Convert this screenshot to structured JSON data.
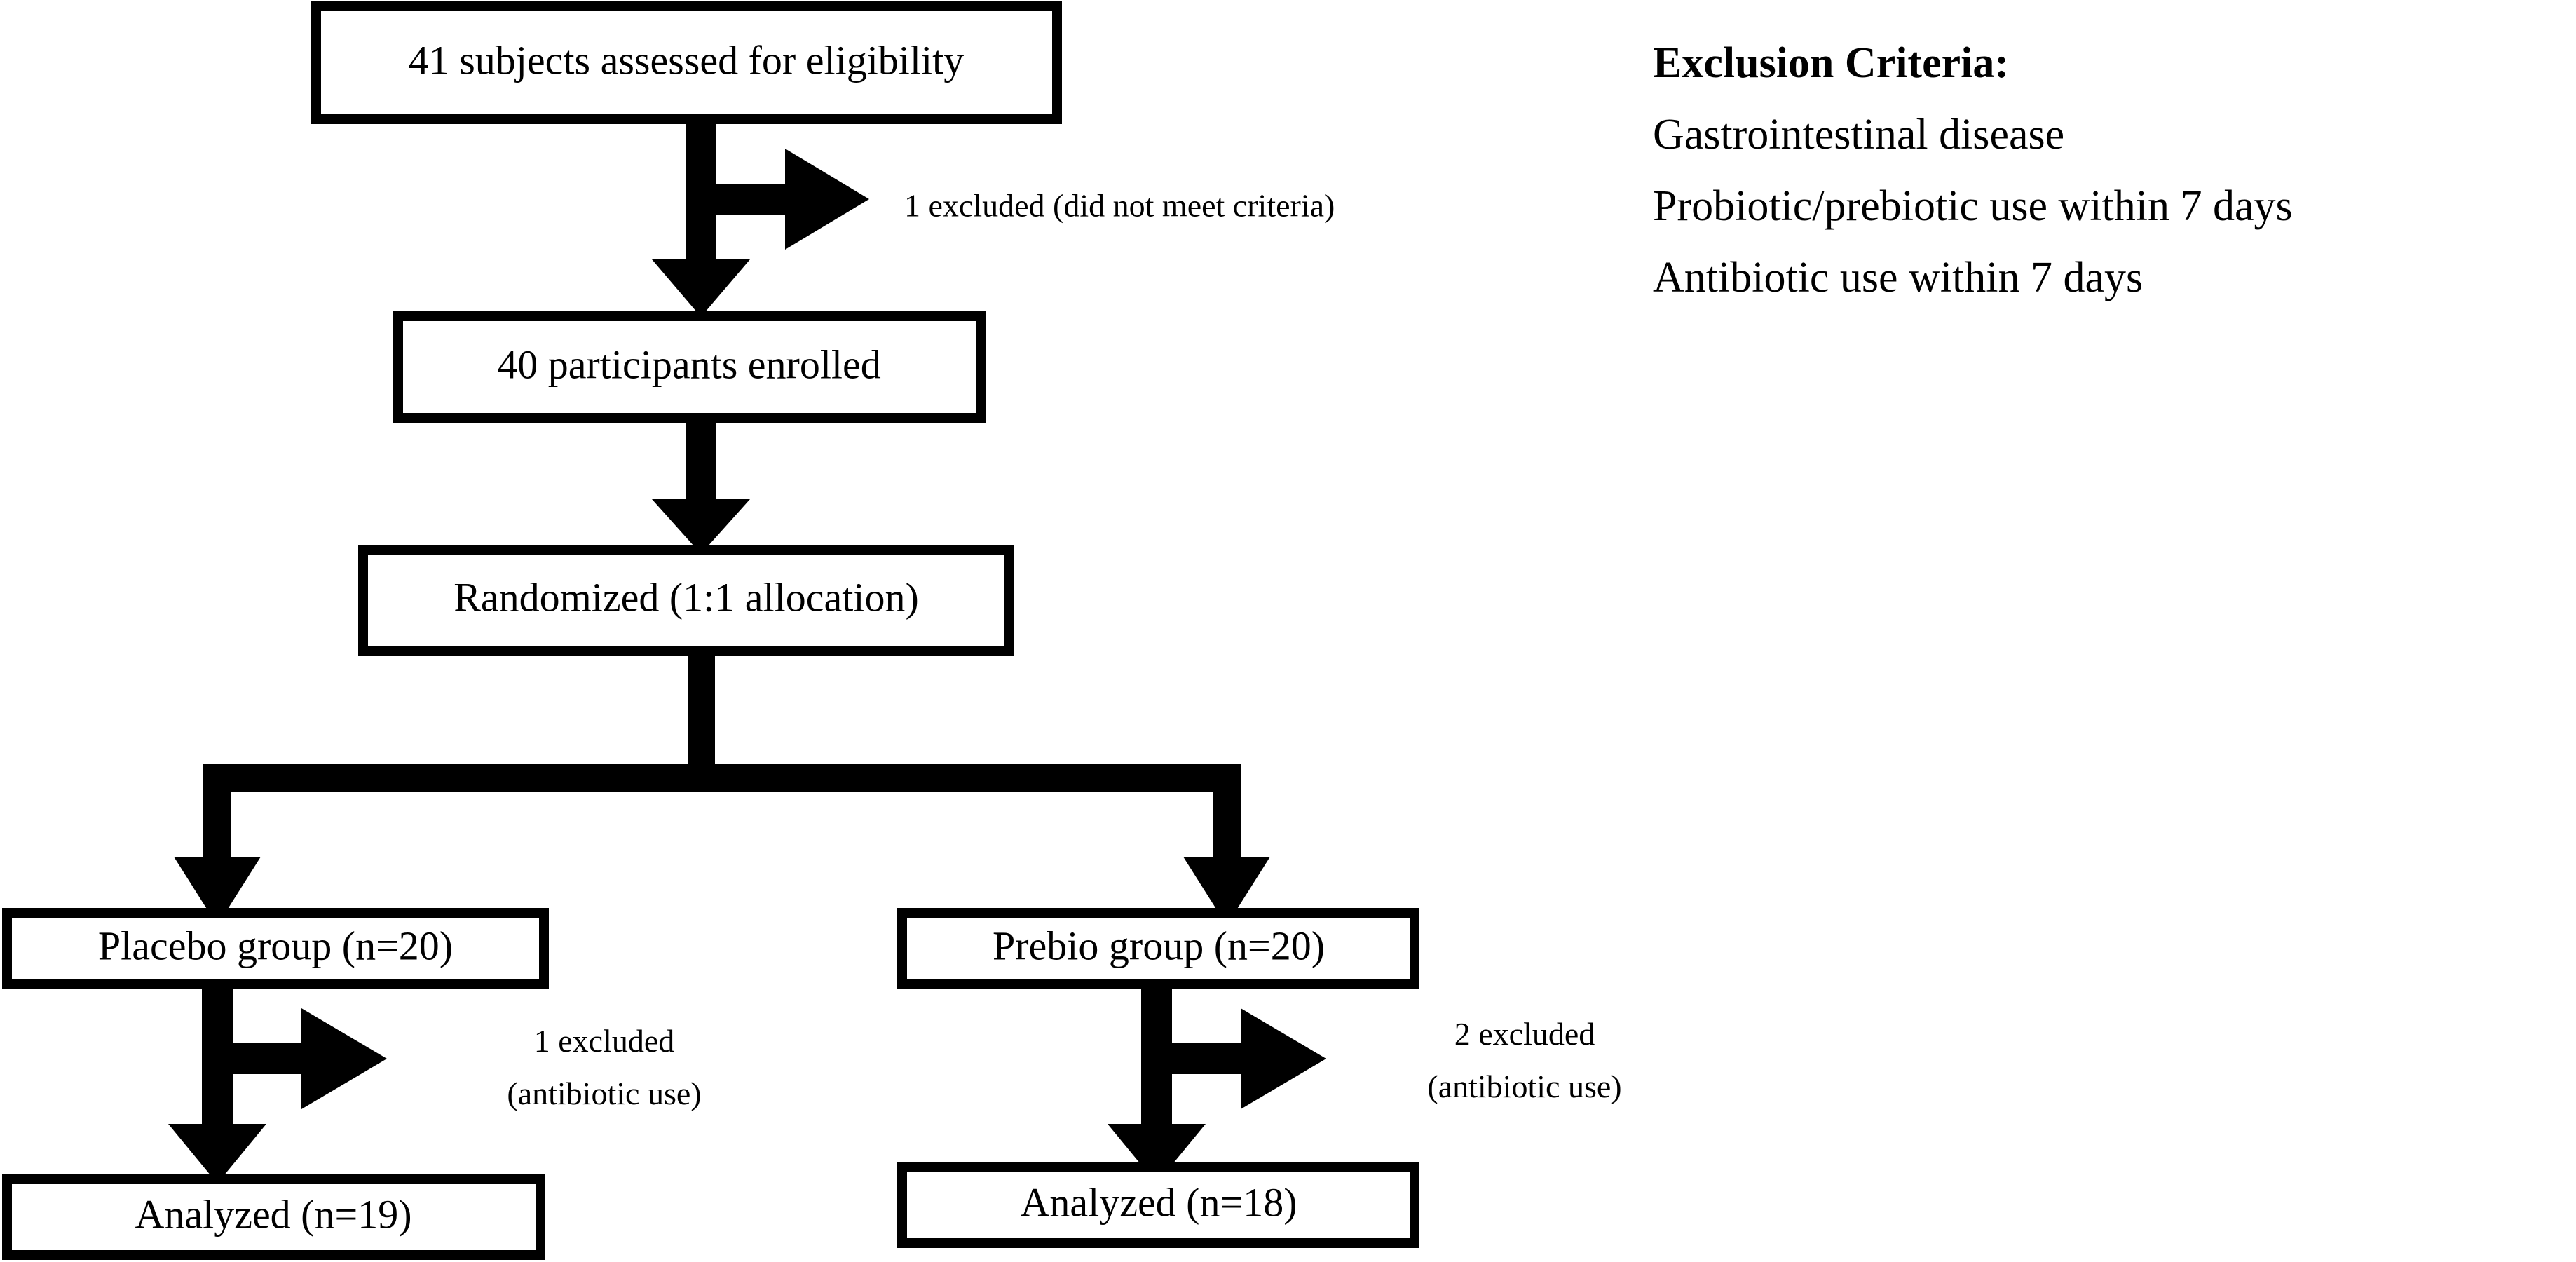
{
  "diagram": {
    "title": "CONSORT participant flow diagram",
    "ink_color": "#000000",
    "background_color": "#ffffff",
    "nodes": [
      {
        "id": "assessed",
        "label": "41 subjects assessed for eligibility"
      },
      {
        "id": "enrolled",
        "label": "40 participants enrolled"
      },
      {
        "id": "randomized",
        "label": "Randomized (1:1 allocation)"
      },
      {
        "id": "placebo",
        "label": "Placebo group (n=20)"
      },
      {
        "id": "prebio",
        "label": "Prebio group (n=20)"
      },
      {
        "id": "analyzed_placebo",
        "label": "Analyzed (n=19)"
      },
      {
        "id": "analyzed_prebio",
        "label": "Analyzed (n=18)"
      }
    ],
    "side_notes": [
      {
        "id": "excluded_screening",
        "text": "1 excluded (did not meet criteria)"
      }
    ],
    "branch_notes": [
      {
        "id": "placebo_excluded",
        "line1": "1 excluded",
        "line2": "(antibiotic use)"
      },
      {
        "id": "prebio_excluded",
        "line1": "2 excluded",
        "line2": "(antibiotic use)"
      }
    ]
  },
  "exclusion_criteria": {
    "heading": "Exclusion Criteria:",
    "items": [
      "Gastrointestinal disease",
      "Probiotic/prebiotic use within 7 days",
      "Antibiotic use within 7 days"
    ]
  }
}
